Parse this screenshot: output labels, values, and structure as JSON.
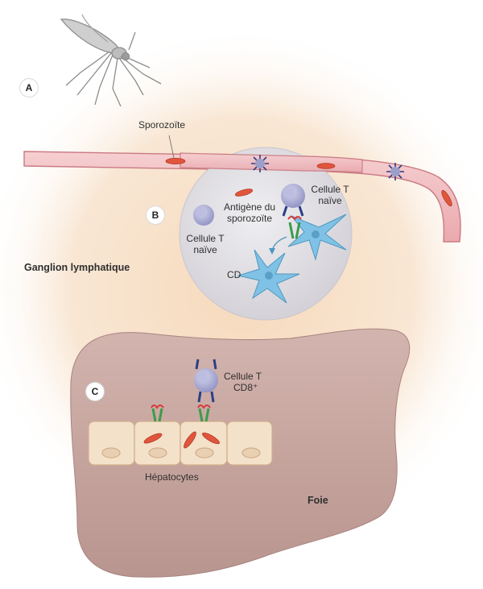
{
  "markers": {
    "a": "A",
    "b": "B",
    "c": "C"
  },
  "labels": {
    "sporozoite": "Sporozoïte",
    "antigene_line1": "Antigène du",
    "antigene_line2": "sporozoïte",
    "naive_t_right_line1": "Cellule T",
    "naive_t_right_line2": "naïve",
    "naive_t_left_line1": "Cellule T",
    "naive_t_left_line2": "naïve",
    "cd": "CD",
    "ganglion": "Ganglion lymphatique",
    "cd8_line1": "Cellule T",
    "cd8_line2": "CD8⁺",
    "hepatocytes": "Hépatocytes",
    "foie": "Foie"
  },
  "colors": {
    "glow": "#f7dfc4",
    "vessel": "#f0b9bd",
    "vessel_edge": "#c97a82",
    "node": "#e2e0e4",
    "liver": "#c9a8a3",
    "hepatocyte": "#f4e1c9",
    "parasite": "#e0563d",
    "tcell": "#9d9fc9",
    "receptor": "#2b3f86",
    "mhc": "#3a9b4a",
    "antigen": "#d43a3a",
    "dendritic": "#7fc2e6"
  }
}
